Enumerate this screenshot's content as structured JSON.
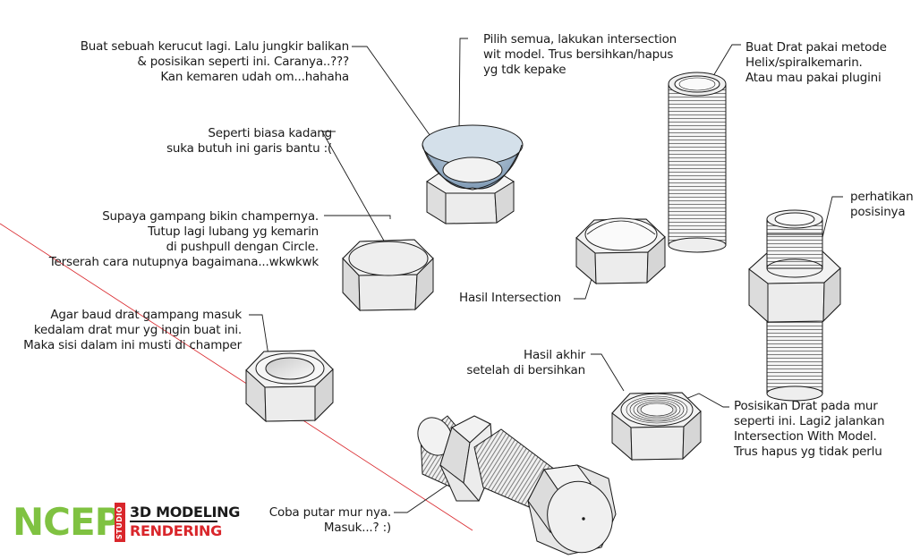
{
  "notes": {
    "kerucut": [
      "Buat sebuah kerucut lagi. Lalu jungkir balikan",
      "& posisikan seperti ini. Caranya..???",
      "Kan kemaren udah om...hahaha"
    ],
    "intersection": [
      "Pilih semua, lakukan intersection",
      "wit model. Trus bersihkan/hapus",
      "yg tdk kepake"
    ],
    "drat": [
      "Buat Drat pakai metode",
      "Helix/spiralkemarin.",
      "Atau mau pakai plugini"
    ],
    "garis_bantu": [
      "Seperti biasa kadang",
      "suka butuh ini garis bantu :("
    ],
    "perhatikan": [
      "perhatikan",
      "posisinya"
    ],
    "champer": [
      "Supaya gampang bikin champernya.",
      "Tutup lagi lubang yg kemarin",
      "di pushpull dengan Circle.",
      "Terserah cara nutupnya bagaimana...wkwkwk"
    ],
    "hasil_intersection": [
      "Hasil Intersection"
    ],
    "baud_drat": [
      "Agar baud drat gampang masuk",
      "kedalam drat mur yg ingin buat ini.",
      "Maka sisi dalam ini musti di champer"
    ],
    "hasil_akhir": [
      "Hasil akhir",
      "setelah di bersihkan"
    ],
    "posisikan": [
      "Posisikan Drat pada mur",
      "seperti ini. Lagi2 jalankan",
      "Intersection With Model.",
      "Trus hapus yg tidak perlu"
    ],
    "putar": [
      "Coba putar mur nya.",
      "Masuk...? :)"
    ]
  },
  "logo": {
    "brand": "NCEP",
    "studio": "STUDIO",
    "line1": "3D MODELING",
    "line2": "RENDERING"
  },
  "colors": {
    "ink": "#1a1a1a",
    "face_light": "#f2f2f2",
    "face_mid": "#e4e4e4",
    "face_dark": "#cfcfcf",
    "cone_blue": "#8aa4bd",
    "axis_red": "#d9262b",
    "brand_green": "#7fc241",
    "brand_red": "#d9262b"
  }
}
